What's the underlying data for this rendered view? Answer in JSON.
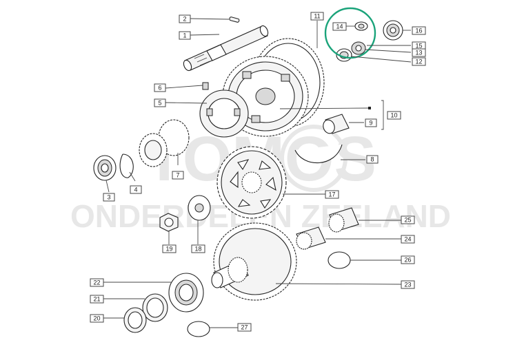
{
  "watermark": {
    "line1": "TOMOS",
    "line2": "ONDERDELEN ZEELAND"
  },
  "colors": {
    "highlight": "#1aa37a",
    "line": "#444444",
    "watermark": "#e7e7e7"
  },
  "callouts": [
    {
      "id": "c2",
      "label": "2"
    },
    {
      "id": "c1",
      "label": "1"
    },
    {
      "id": "c11",
      "label": "11"
    },
    {
      "id": "c14",
      "label": "14"
    },
    {
      "id": "c16",
      "label": "16"
    },
    {
      "id": "c15",
      "label": "15"
    },
    {
      "id": "c13",
      "label": "13"
    },
    {
      "id": "c12",
      "label": "12"
    },
    {
      "id": "c6",
      "label": "6"
    },
    {
      "id": "c5",
      "label": "5"
    },
    {
      "id": "c10",
      "label": "10"
    },
    {
      "id": "c9",
      "label": "9"
    },
    {
      "id": "c8",
      "label": "8"
    },
    {
      "id": "c7",
      "label": "7"
    },
    {
      "id": "c4",
      "label": "4"
    },
    {
      "id": "c3",
      "label": "3"
    },
    {
      "id": "c17",
      "label": "17"
    },
    {
      "id": "c25",
      "label": "25"
    },
    {
      "id": "c24",
      "label": "24"
    },
    {
      "id": "c26",
      "label": "26"
    },
    {
      "id": "c19",
      "label": "19"
    },
    {
      "id": "c18",
      "label": "18"
    },
    {
      "id": "c23",
      "label": "23"
    },
    {
      "id": "c22",
      "label": "22"
    },
    {
      "id": "c21",
      "label": "21"
    },
    {
      "id": "c20",
      "label": "20"
    },
    {
      "id": "c27",
      "label": "27"
    }
  ]
}
